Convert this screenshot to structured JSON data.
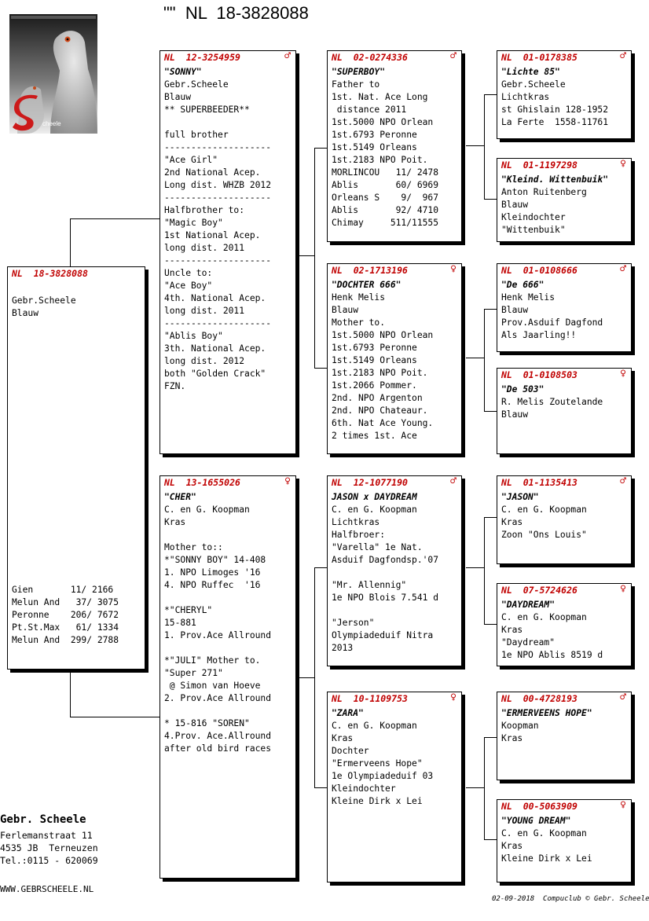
{
  "title": "\"\"  NL  18-3828088",
  "colors": {
    "ring": "#c00000",
    "text": "#000000",
    "shadow": "#000000"
  },
  "owner": {
    "name": "Gebr. Scheele",
    "address": [
      "Ferlemanstraat 11",
      "4535 JB  Terneuzen",
      "Tel.:0115 - 620069"
    ],
    "website": "WWW.GEBRSCHEELE.NL"
  },
  "footer": "02-09-2018  Compuclub © Gebr. Scheele",
  "cards": {
    "subject": {
      "ring": "NL  18-3828088",
      "sex": "",
      "lines": [
        "",
        "Gebr.Scheele",
        "Blauw",
        "",
        "",
        "",
        "",
        "",
        "",
        "",
        "",
        "",
        "",
        "",
        "",
        "",
        "",
        "",
        "",
        "",
        "",
        "",
        "",
        "",
        "Gien       11/ 2166",
        "Melun And   37/ 3075",
        "Peronne    206/ 7672",
        "Pt.St.Max   61/ 1334",
        "Melun And  299/ 2788"
      ]
    },
    "sire": {
      "ring": "NL  12-3254959",
      "sex": "♂",
      "lines": [
        "\"SONNY\"",
        "Gebr.Scheele",
        "Blauw",
        "** SUPERBEEDER**",
        "",
        "full brother",
        "--------------------",
        "\"Ace Girl\"",
        "2nd National Acep.",
        "Long dist. WHZB 2012",
        "--------------------",
        "Halfbrother to:",
        "\"Magic Boy\"",
        "1st National Acep.",
        "long dist. 2011",
        "--------------------",
        "Uncle to:",
        "\"Ace Boy\"",
        "4th. National Acep.",
        "long dist. 2011",
        "--------------------",
        "\"Ablis Boy\"",
        "3th. National Acep.",
        "long dist. 2012",
        "both \"Golden Crack\"",
        "FZN."
      ]
    },
    "dam": {
      "ring": "NL  13-1655026",
      "sex": "♀",
      "lines": [
        "\"CHER\"",
        "C. en G. Koopman",
        "Kras",
        "",
        "Mother to::",
        "*\"SONNY BOY\" 14-408",
        "1. NPO Limoges '16",
        "4. NPO Ruffec  '16",
        "",
        "*\"CHERYL\"",
        "15-881",
        "1. Prov.Ace Allround",
        "",
        "*\"JULI\" Mother to.",
        "\"Super 271\"",
        " @ Simon van Hoeve",
        "2. Prov.Ace Allround",
        "",
        "* 15-816 \"SOREN\"",
        "4.Prov. Ace.Allround",
        "after old bird races"
      ]
    },
    "ss": {
      "ring": "NL  02-0274336",
      "sex": "♂",
      "lines": [
        "\"SUPERBOY\"",
        "Father to",
        "1st. Nat. Ace Long",
        " distance 2011",
        "1st.5000 NPO Orlean",
        "1st.6793 Peronne",
        "1st.5149 Orleans",
        "1st.2183 NPO Poit.",
        "MORLINCOU   11/ 2478",
        "Ablis       60/ 6969",
        "Orleans S    9/  967",
        "Ablis       92/ 4710",
        "Chimay     511/11555"
      ]
    },
    "sd": {
      "ring": "NL  02-1713196",
      "sex": "♀",
      "lines": [
        "\"DOCHTER 666\"",
        "Henk Melis",
        "Blauw",
        "Mother to.",
        "1st.5000 NPO Orlean",
        "1st.6793 Peronne",
        "1st.5149 Orleans",
        "1st.2183 NPO Poit.",
        "1st.2066 Pommer.",
        "2nd. NPO Argenton",
        "2nd. NPO Chateaur.",
        "6th. Nat Ace Young.",
        "2 times 1st. Ace"
      ]
    },
    "ds": {
      "ring": "NL  12-1077190",
      "sex": "♂",
      "lines": [
        "JASON x DAYDREAM",
        "C. en G. Koopman",
        "Lichtkras",
        "Halfbroer:",
        "\"Varella\" 1e Nat.",
        "Asduif Dagfondsp.'07",
        "",
        "\"Mr. Allennig\"",
        "1e NPO Blois 7.541 d",
        "",
        "\"Jerson\"",
        "Olympiadeduif Nitra",
        "2013"
      ]
    },
    "dd": {
      "ring": "NL  10-1109753",
      "sex": "♀",
      "lines": [
        "\"ZARA\"",
        "C. en G. Koopman",
        "Kras",
        "Dochter",
        "\"Ermerveens Hope\"",
        "1e Olympiadeduif 03",
        "Kleindochter",
        "Kleine Dirk x Lei"
      ]
    },
    "sss": {
      "ring": "NL  01-0178385",
      "sex": "♂",
      "lines": [
        "\"Lichte 85\"",
        "Gebr.Scheele",
        "Lichtkras",
        "st Ghislain 128-1952",
        "La Ferte  1558-11761"
      ]
    },
    "ssd": {
      "ring": "NL  01-1197298",
      "sex": "♀",
      "lines": [
        "\"Kleind. Wittenbuik\"",
        "Anton Ruitenberg",
        "Blauw",
        "Kleindochter",
        "\"Wittenbuik\""
      ]
    },
    "sds": {
      "ring": "NL  01-0108666",
      "sex": "♂",
      "lines": [
        "\"De 666\"",
        "Henk Melis",
        "Blauw",
        "Prov.Asduif Dagfond",
        "Als Jaarling!!"
      ]
    },
    "sdd": {
      "ring": "NL  01-0108503",
      "sex": "♀",
      "lines": [
        "\"De 503\"",
        "R. Melis Zoutelande",
        "Blauw"
      ]
    },
    "dss": {
      "ring": "NL  01-1135413",
      "sex": "♂",
      "lines": [
        "\"JASON\"",
        "C. en G. Koopman",
        "Kras",
        "Zoon \"Ons Louis\""
      ]
    },
    "dsd": {
      "ring": "NL  07-5724626",
      "sex": "♀",
      "lines": [
        "\"DAYDREAM\"",
        "C. en G. Koopman",
        "Kras",
        "\"Daydream\"",
        "1e NPO Ablis 8519 d"
      ]
    },
    "dds": {
      "ring": "NL  00-4728193",
      "sex": "♂",
      "lines": [
        "\"ERMERVEENS HOPE\"",
        "Koopman",
        "Kras"
      ]
    },
    "ddd": {
      "ring": "NL  00-5063909",
      "sex": "♀",
      "lines": [
        "\"YOUNG DREAM\"",
        "C. en G. Koopman",
        "Kras",
        "Kleine Dirk x Lei"
      ]
    }
  }
}
